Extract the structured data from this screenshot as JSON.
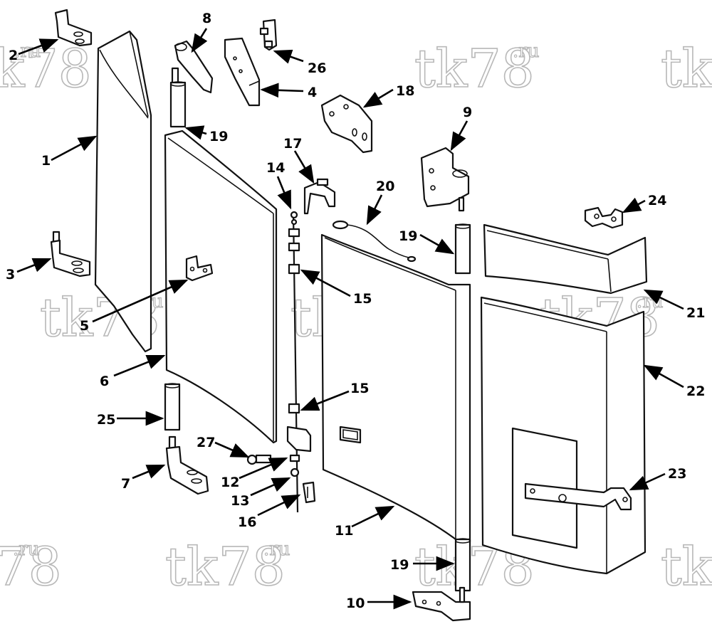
{
  "watermark": {
    "text": "tk78",
    "suffix": ".ru"
  },
  "colors": {
    "line": "#111111",
    "watermark_stroke": "#b8b8b8",
    "background": "#ffffff"
  },
  "callouts": [
    {
      "id": "1",
      "label": "1"
    },
    {
      "id": "2",
      "label": "2"
    },
    {
      "id": "3",
      "label": "3"
    },
    {
      "id": "4",
      "label": "4"
    },
    {
      "id": "5",
      "label": "5"
    },
    {
      "id": "6",
      "label": "6"
    },
    {
      "id": "7",
      "label": "7"
    },
    {
      "id": "8",
      "label": "8"
    },
    {
      "id": "9",
      "label": "9"
    },
    {
      "id": "10",
      "label": "10"
    },
    {
      "id": "11",
      "label": "11"
    },
    {
      "id": "12",
      "label": "12"
    },
    {
      "id": "13",
      "label": "13"
    },
    {
      "id": "14",
      "label": "14"
    },
    {
      "id": "15a",
      "label": "15"
    },
    {
      "id": "15b",
      "label": "15"
    },
    {
      "id": "16",
      "label": "16"
    },
    {
      "id": "17",
      "label": "17"
    },
    {
      "id": "18",
      "label": "18"
    },
    {
      "id": "19a",
      "label": "19"
    },
    {
      "id": "19b",
      "label": "19"
    },
    {
      "id": "19c",
      "label": "19"
    },
    {
      "id": "20",
      "label": "20"
    },
    {
      "id": "21",
      "label": "21"
    },
    {
      "id": "22",
      "label": "22"
    },
    {
      "id": "23",
      "label": "23"
    },
    {
      "id": "24",
      "label": "24"
    },
    {
      "id": "25",
      "label": "25"
    },
    {
      "id": "26",
      "label": "26"
    },
    {
      "id": "27",
      "label": "27"
    }
  ]
}
